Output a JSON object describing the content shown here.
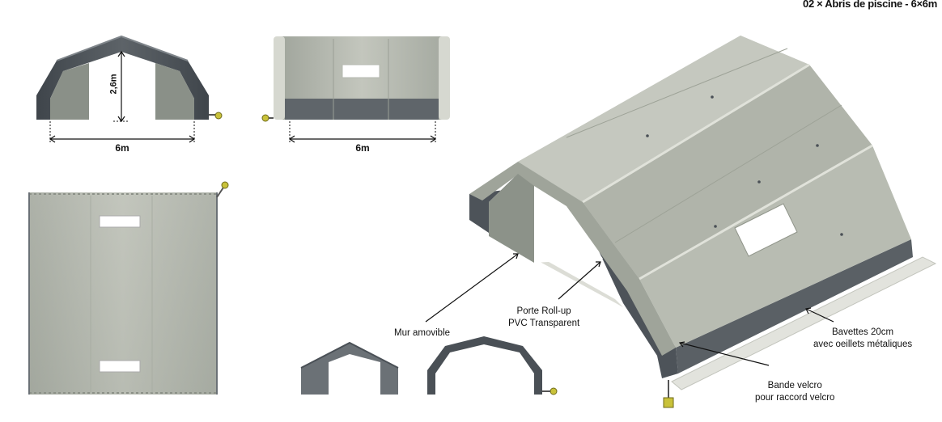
{
  "title": "02 × Abris de piscine - 6×6m",
  "dimensions": {
    "front_height": "2,6m",
    "front_width": "6m",
    "side_width": "6m"
  },
  "callouts": {
    "mur_amovible": "Mur amovible",
    "porte_line1": "Porte Roll-up",
    "porte_line2": "PVC Transparent",
    "bavettes_line1": "Bavettes  20cm",
    "bavettes_line2": "avec oeillets métaliques",
    "velcro_line1": "Bande velcro",
    "velcro_line2": "pour raccord velcro"
  },
  "colors": {
    "canvas": "#b4b8ad",
    "canvas_light": "#c9ccc3",
    "frame_dark": "#4a5056",
    "frame_mid": "#6b7176",
    "valve_yellow": "#c9c23a",
    "window": "#ffffff"
  }
}
